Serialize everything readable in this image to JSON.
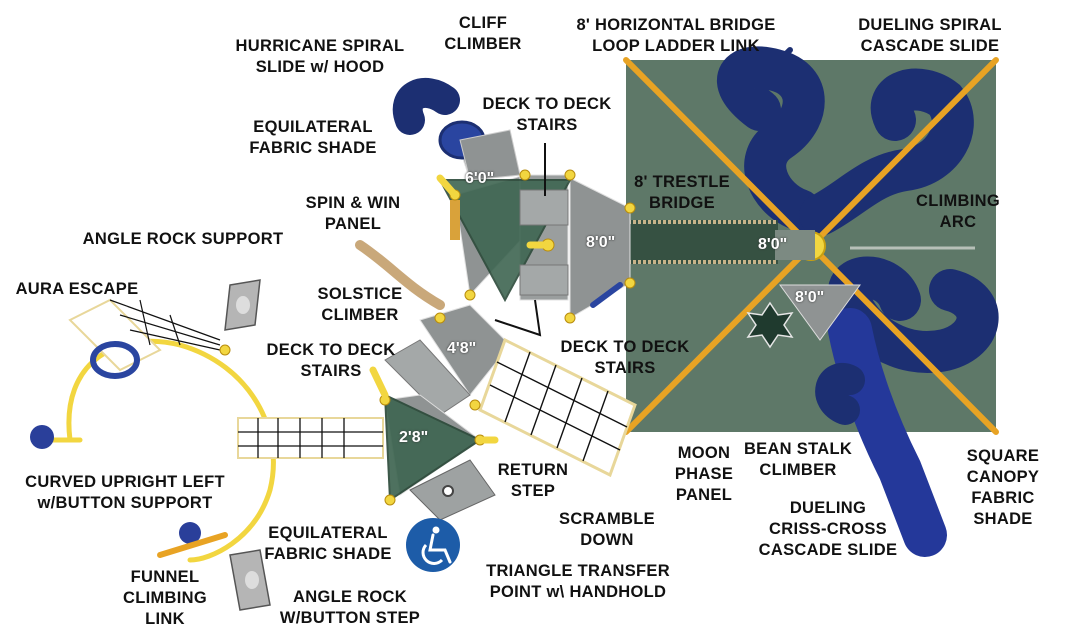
{
  "colors": {
    "canopy": "#5e7868",
    "shade": "#3f6652",
    "deck": "#8f9393",
    "slide": "#1c2f72",
    "slide_light": "#2a45a0",
    "post": "#e8a324",
    "rail": "#f2d640",
    "wheelchair": "#1d5ca8"
  },
  "labels": {
    "hurricane_spiral_line1": "HURRICANE SPIRAL",
    "hurricane_spiral_line2": "SLIDE w/ HOOD",
    "cliff_climber_line1": "CLIFF",
    "cliff_climber_line2": "CLIMBER",
    "horizontal_bridge_line1": "8' HORIZONTAL BRIDGE",
    "horizontal_bridge_line2": "LOOP LADDER LINK",
    "dueling_spiral_line1": "DUELING SPIRAL",
    "dueling_spiral_line2": "CASCADE SLIDE",
    "equilateral_shade_top_line1": "EQUILATERAL",
    "equilateral_shade_top_line2": "FABRIC SHADE",
    "deck_stairs_top_line1": "DECK TO DECK",
    "deck_stairs_top_line2": "STAIRS",
    "trestle_bridge_line1": "8' TRESTLE",
    "trestle_bridge_line2": "BRIDGE",
    "climbing_arc_line1": "CLIMBING",
    "climbing_arc_line2": "ARC",
    "spin_win_line1": "SPIN & WIN",
    "spin_win_line2": "PANEL",
    "angle_rock_support": "ANGLE ROCK SUPPORT",
    "aura_escape": "AURA ESCAPE",
    "solstice_line1": "SOLSTICE",
    "solstice_line2": "CLIMBER",
    "deck_stairs_left_line1": "DECK TO DECK",
    "deck_stairs_left_line2": "STAIRS",
    "deck_stairs_right_line1": "DECK TO DECK",
    "deck_stairs_right_line2": "STAIRS",
    "curved_upright_line1": "CURVED UPRIGHT LEFT",
    "curved_upright_line2": "w/BUTTON SUPPORT",
    "return_step_line1": "RETURN",
    "return_step_line2": "STEP",
    "moon_phase_line1": "MOON",
    "moon_phase_line2": "PHASE",
    "moon_phase_line3": "PANEL",
    "bean_stalk_line1": "BEAN STALK",
    "bean_stalk_line2": "CLIMBER",
    "square_canopy_line1": "SQUARE",
    "square_canopy_line2": "CANOPY",
    "square_canopy_line3": "FABRIC",
    "square_canopy_line4": "SHADE",
    "scramble_line1": "SCRAMBLE",
    "scramble_line2": "DOWN",
    "criss_cross_line1": "DUELING",
    "criss_cross_line2": "CRISS-CROSS",
    "criss_cross_line3": "CASCADE SLIDE",
    "equilateral_shade_bottom_line1": "EQUILATERAL",
    "equilateral_shade_bottom_line2": "FABRIC SHADE",
    "triangle_transfer_line1": "TRIANGLE TRANSFER",
    "triangle_transfer_line2": "POINT w\\ HANDHOLD",
    "funnel_line1": "FUNNEL",
    "funnel_line2": "CLIMBING",
    "funnel_line3": "LINK",
    "angle_rock_step_line1": "ANGLE ROCK",
    "angle_rock_step_line2": "W/BUTTON STEP"
  },
  "dimensions": {
    "deck_top": "6'0\"",
    "deck_center": "8'0\"",
    "deck_canopy": "8'0\"",
    "deck_triangle_right": "8'0\"",
    "deck_mid": "4'8\"",
    "deck_small": "2'8\""
  }
}
